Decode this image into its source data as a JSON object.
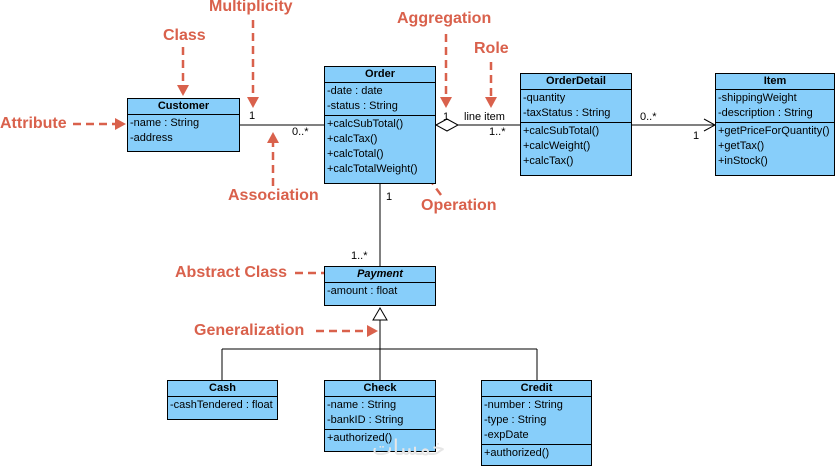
{
  "colors": {
    "class_fill": "#87cefa",
    "annotation": "#d9614c",
    "line": "#000000"
  },
  "classes": {
    "customer": {
      "name": "Customer",
      "attributes": [
        "-name : String",
        "-address"
      ],
      "operations": []
    },
    "order": {
      "name": "Order",
      "attributes": [
        "-date : date",
        "-status : String"
      ],
      "operations": [
        "+calcSubTotal()",
        "+calcTax()",
        "+calcTotal()",
        "+calcTotalWeight()"
      ]
    },
    "orderdetail": {
      "name": "OrderDetail",
      "attributes": [
        "-quantity",
        "-taxStatus : String"
      ],
      "operations": [
        "+calcSubTotal()",
        "+calcWeight()",
        "+calcTax()"
      ]
    },
    "item": {
      "name": "Item",
      "attributes": [
        "-shippingWeight",
        "-description : String"
      ],
      "operations": [
        "+getPriceForQuantity()",
        "+getTax()",
        "+inStock()"
      ]
    },
    "payment": {
      "name": "Payment",
      "abstract": true,
      "attributes": [
        "-amount : float"
      ],
      "operations": []
    },
    "cash": {
      "name": "Cash",
      "attributes": [
        "-cashTendered : float"
      ],
      "operations": []
    },
    "check": {
      "name": "Check",
      "attributes": [
        "-name : String",
        "-bankID : String"
      ],
      "operations": [
        "+authorized()"
      ]
    },
    "credit": {
      "name": "Credit",
      "attributes": [
        "-number : String",
        "-type : String",
        "-expDate"
      ],
      "operations": [
        "+authorized()"
      ]
    }
  },
  "labels": {
    "cust_mult": "1",
    "order_cust_mult": "0..*",
    "order_od_mult": "1",
    "role": "line item",
    "od_mult": "1..*",
    "od_item_mult": "0..*",
    "item_mult": "1",
    "order_pay_mult": "1",
    "pay_mult": "1..*"
  },
  "annotations": {
    "multiplicity": "Multiplicity",
    "class": "Class",
    "attribute": "Attribute",
    "association": "Association",
    "aggregation": "Aggregation",
    "role": "Role",
    "operation": "Operation",
    "abstract_class": "Abstract Class",
    "generalization": "Generalization"
  },
  "watermark": "خمسات"
}
